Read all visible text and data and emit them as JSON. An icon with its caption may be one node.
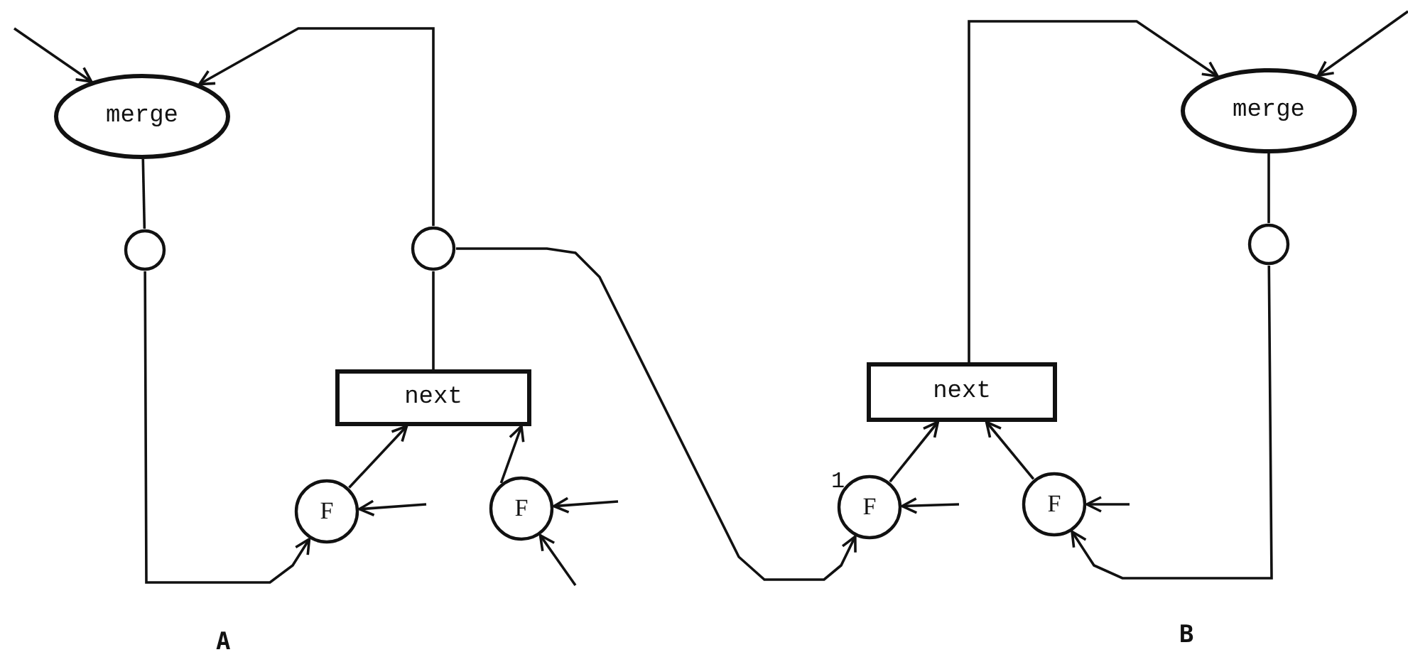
{
  "diagram": {
    "nodes": [
      {
        "text": [
          "merge"
        ]
      },
      {
        "text": [],
        "shape": "circle"
      },
      {
        "text": [],
        "shape": "circle"
      },
      {
        "text": [
          "next"
        ]
      },
      {
        "text": [
          "F"
        ]
      },
      {
        "text": [
          "F"
        ]
      },
      {
        "text": [
          "next"
        ]
      },
      {
        "text": [
          "F"
        ],
        "beside": [
          "1"
        ]
      },
      {
        "text": [
          "F"
        ]
      },
      {
        "text": [
          "merge"
        ]
      },
      {
        "text": [],
        "shape": "circle"
      }
    ],
    "edges": [
      {
        "from": null,
        "to": 0,
        "arrow": "to"
      },
      {
        "from": 0,
        "to": 1,
        "arrow": "none"
      },
      {
        "from": 1,
        "to": 4,
        "arrow": "to"
      },
      {
        "from": 4,
        "to": 3,
        "arrow": "to"
      },
      {
        "from": null,
        "to": 4,
        "arrow": "to"
      },
      {
        "from": 3,
        "to": 2,
        "arrow": "none"
      },
      {
        "from": 2,
        "to": 0,
        "arrow": "to"
      },
      {
        "from": 5,
        "to": 3,
        "arrow": "to"
      },
      {
        "from": null,
        "to": 5,
        "arrow": "to"
      },
      {
        "from": null,
        "to": 5,
        "arrow": "to"
      },
      {
        "from": 2,
        "to": 7,
        "arrow": "to"
      },
      {
        "from": 7,
        "to": 6,
        "arrow": "to"
      },
      {
        "from": null,
        "to": 7,
        "arrow": "to"
      },
      {
        "from": 8,
        "to": 6,
        "arrow": "to"
      },
      {
        "from": null,
        "to": 8,
        "arrow": "to"
      },
      {
        "from": 6,
        "to": 9,
        "arrow": "to"
      },
      {
        "from": null,
        "to": 9,
        "arrow": "to"
      },
      {
        "from": 9,
        "to": 10,
        "arrow": "none"
      },
      {
        "from": 10,
        "to": 8,
        "arrow": "to"
      }
    ],
    "labels": [
      "A",
      "B"
    ]
  }
}
